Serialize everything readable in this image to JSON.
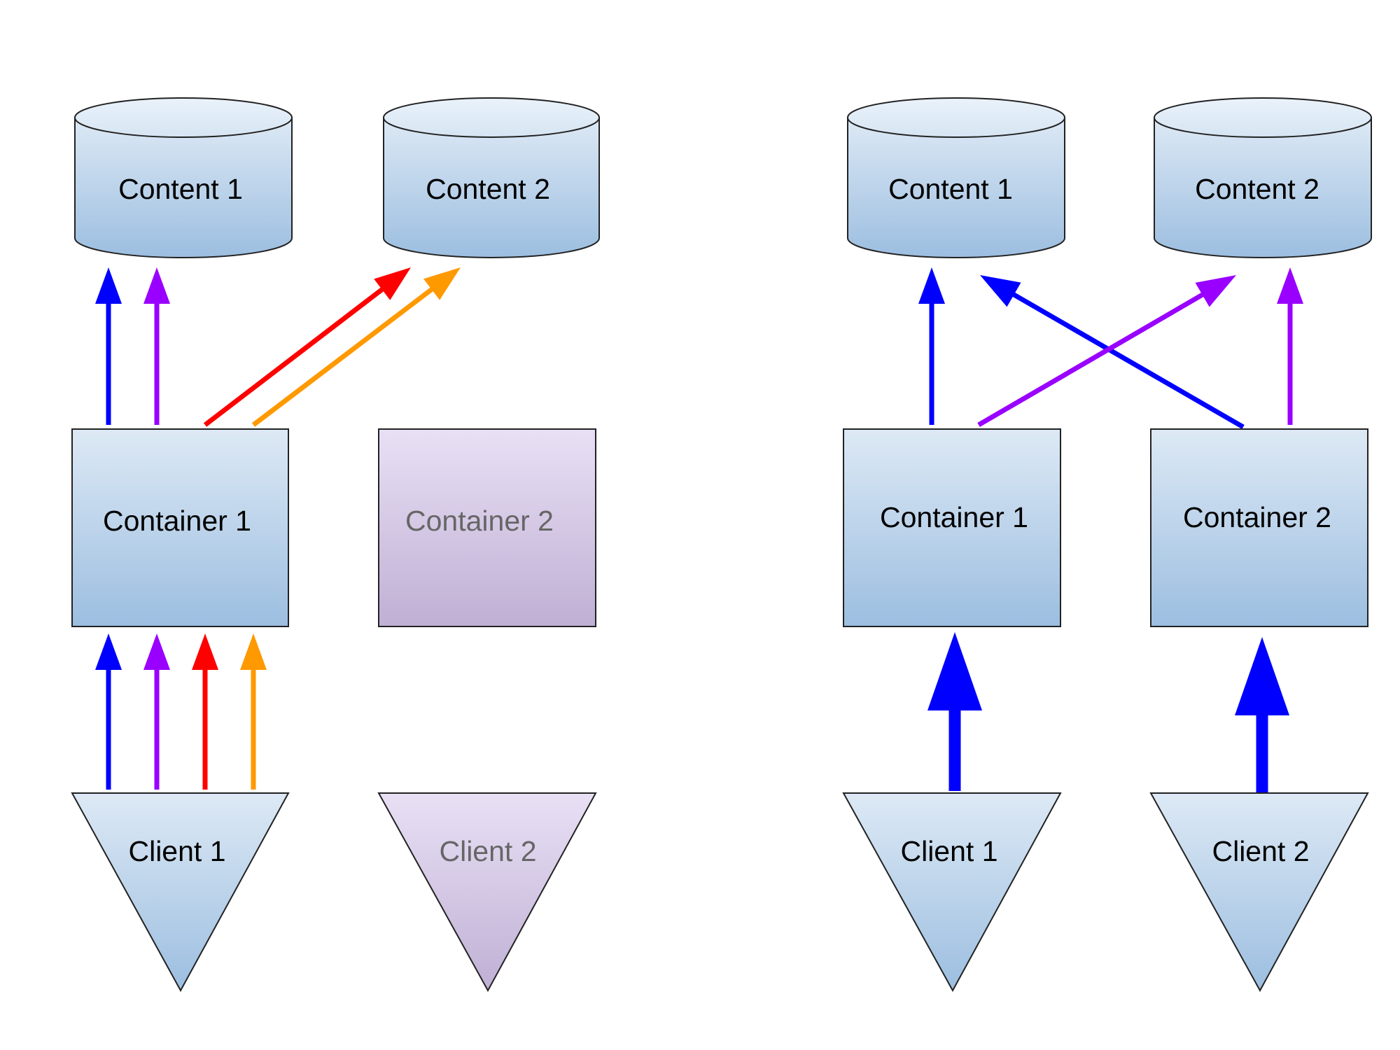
{
  "colors": {
    "blue": "#0000ff",
    "purple": "#9900ff",
    "red": "#ff0000",
    "orange": "#ff9900",
    "node_active_text": "#000000",
    "node_inactive_text": "#666666",
    "node_stroke": "#222222",
    "active_fill_top": "#dde9f5",
    "active_fill_bottom": "#9cbee0",
    "inactive_fill_top": "#e9e0f5",
    "inactive_fill_bottom": "#bfb0d4"
  },
  "left_diagram": {
    "content_1": "Content 1",
    "content_2": "Content 2",
    "container_1": "Container 1",
    "container_2": "Container 2",
    "client_1": "Client 1",
    "client_2": "Client 2",
    "inactive_nodes": [
      "container_2",
      "client_2"
    ]
  },
  "right_diagram": {
    "content_1": "Content 1",
    "content_2": "Content 2",
    "container_1": "Container 1",
    "container_2": "Container 2",
    "client_1": "Client 1",
    "client_2": "Client 2"
  },
  "edges": {
    "left_client1_to_container1": [
      "blue",
      "purple",
      "red",
      "orange"
    ],
    "left_container1_to_content1": [
      "blue",
      "purple"
    ],
    "left_container1_to_content2": [
      "red",
      "orange"
    ],
    "right_client1_to_container1": "blue",
    "right_client2_to_container2": "blue",
    "right_container1_to_content1": "blue",
    "right_container1_to_content2": "purple",
    "right_container2_to_content1": "blue",
    "right_container2_to_content2": "purple"
  }
}
